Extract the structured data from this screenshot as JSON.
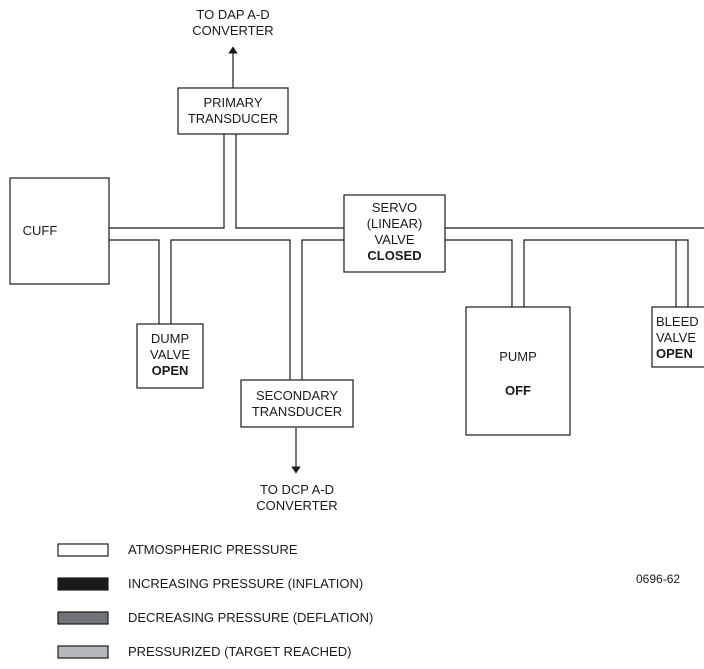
{
  "outputs": {
    "primary_line1": "TO DAP A-D",
    "primary_line2": "CONVERTER",
    "secondary_line1": "TO DCP A-D",
    "secondary_line2": "CONVERTER"
  },
  "components": {
    "primary_transducer": {
      "line1": "PRIMARY",
      "line2": "TRANSDUCER"
    },
    "cuff": {
      "line1": "CUFF"
    },
    "servo_valve": {
      "line1": "SERVO",
      "line2": "(LINEAR)",
      "line3": "VALVE",
      "state": "CLOSED"
    },
    "dump_valve": {
      "line1": "DUMP",
      "line2": "VALVE",
      "state": "OPEN"
    },
    "secondary_transducer": {
      "line1": "SECONDARY",
      "line2": "TRANSDUCER"
    },
    "pump": {
      "line1": "PUMP",
      "state": "OFF"
    },
    "bleed_valve": {
      "line1": "BLEED",
      "line2": "VALVE",
      "state": "OPEN"
    }
  },
  "legend": [
    {
      "label": "ATMOSPHERIC PRESSURE",
      "color": "#ffffff"
    },
    {
      "label": "INCREASING PRESSURE (INFLATION)",
      "color": "#1a1a1a"
    },
    {
      "label": "DECREASING PRESSURE (DEFLATION)",
      "color": "#707478"
    },
    {
      "label": "PRESSURIZED (TARGET REACHED)",
      "color": "#b4b8bc"
    }
  ],
  "figure_ref": "0696-62"
}
